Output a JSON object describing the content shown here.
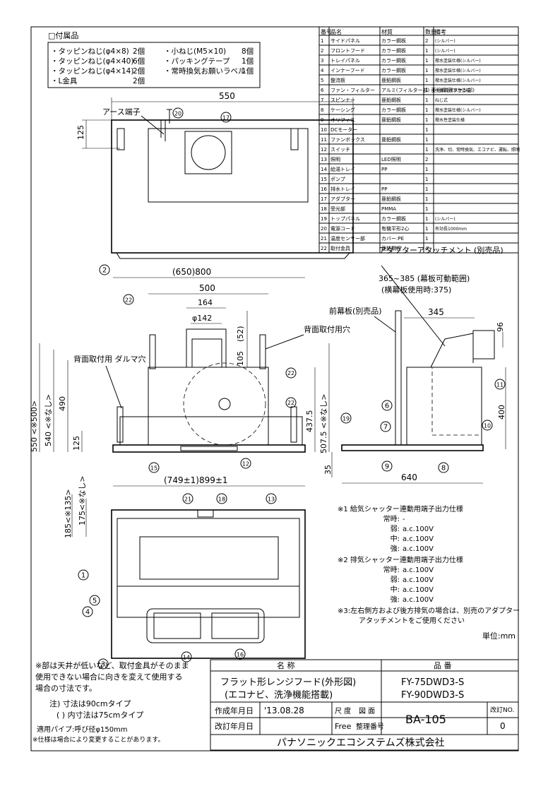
{
  "accessories": {
    "title": "□付属品",
    "left": [
      {
        "name": "・タッピンねじ(φ4×8)",
        "qty": "2個"
      },
      {
        "name": "・タッピンねじ(φ4×40)",
        "qty": "6個"
      },
      {
        "name": "・タッピンねじ(φ4×14)",
        "qty": "2個"
      },
      {
        "name": "・L金具",
        "qty": "2個"
      }
    ],
    "right": [
      {
        "name": "・小ねじ(M5×10)",
        "qty": "8個"
      },
      {
        "name": "・パッキングテープ",
        "qty": "1個"
      },
      {
        "name": "・常時換気お願いラベル",
        "qty": "1個"
      }
    ]
  },
  "parts_table": {
    "headers": [
      "番号",
      "品名",
      "材質",
      "数量",
      "備考"
    ],
    "rows": [
      [
        "1",
        "サイドパネル",
        "カラー鋼板",
        "2",
        "(シルバー)"
      ],
      [
        "2",
        "フロントフード",
        "カラー鋼板",
        "1",
        "(シルバー)"
      ],
      [
        "3",
        "トレイパネル",
        "カラー鋼板",
        "1",
        "撥水塗装仕様(シルバー)"
      ],
      [
        "4",
        "インナーフード",
        "カラー鋼板",
        "1",
        "撥水塗装仕様(シルバー)"
      ],
      [
        "5",
        "整流板",
        "亜鉛鋼板",
        "1",
        "撥水塗装仕様(シルバー)"
      ],
      [
        "6",
        "ファン・フィルター",
        "アルミ(フィルター部) 亜鉛鋼板(ファン部)",
        "1",
        "一体式 撥水性塗装"
      ],
      [
        "7",
        "スピンナー",
        "亜鉛鋼板",
        "1",
        "ねじ式"
      ],
      [
        "8",
        "ケーシング",
        "カラー鋼板",
        "1",
        "撥水塗装仕様(シルバー)"
      ],
      [
        "9",
        "オリフィス",
        "亜鉛鋼板",
        "1",
        "撥水性塗装仕様"
      ],
      [
        "10",
        "DCモーター",
        "",
        "1",
        ""
      ],
      [
        "11",
        "ファンボックス",
        "亜鉛鋼板",
        "1",
        ""
      ],
      [
        "12",
        "スイッチ",
        "",
        "1",
        "洗浄、切、常時換気、エコナビ、運転、照明"
      ],
      [
        "13",
        "照明",
        "LED照明",
        "2",
        ""
      ],
      [
        "14",
        "給湯トレイ",
        "PP",
        "1",
        ""
      ],
      [
        "15",
        "ポンプ",
        "",
        "1",
        ""
      ],
      [
        "16",
        "排水トレイ",
        "PP",
        "1",
        ""
      ],
      [
        "17",
        "アダプター",
        "亜鉛鋼板",
        "1",
        ""
      ],
      [
        "18",
        "受光部",
        "PMMA",
        "1",
        ""
      ],
      [
        "19",
        "トップパネル",
        "カラー鋼板",
        "1",
        "(シルバー)"
      ],
      [
        "20",
        "電源コード",
        "有機平形2心",
        "1",
        "有効長1000mm"
      ],
      [
        "21",
        "温度センサー部",
        "カバー:PE",
        "1",
        ""
      ],
      [
        "22",
        "取付金具",
        "亜鉛鋼板",
        "4",
        ""
      ]
    ]
  },
  "top_view": {
    "width_dim": "550",
    "depth_dim": "125",
    "earth_label": "アース端子"
  },
  "front_view": {
    "overall_width": "(650)800",
    "inner_width": "500",
    "duct_width": "164",
    "duct_dia": "φ142",
    "dim_52": "(52)",
    "dim_105": "105",
    "height_a": "550 <※500>",
    "height_b": "540 <※なし>",
    "height_c": "490",
    "dim_125": "125",
    "dim_4375": "437.5",
    "dim_5075": "507.5 <※なし>",
    "bottom_width": "(749±1)899±1",
    "back_hole_label_left": "背面取付用 ダルマ穴",
    "back_hole_label_right": "背面取付用穴",
    "dim_185": "185<※135>",
    "dim_175": "175<※なし>"
  },
  "side_view": {
    "adapter_label": "アダプターアタッチメント (別売品)",
    "range_dim": "365~385 (幕板可動範囲)",
    "range_sub": "(横幕板使用時:375)",
    "front_panel_label": "前幕板(別売品)",
    "dim_345": "345",
    "dim_96": "96",
    "dim_400": "400",
    "dim_35": "35",
    "dim_640": "640"
  },
  "notes": {
    "n1_title": "※1 給気シャッター連動用端子出力仕様",
    "n1_lines": [
      {
        "label": "常時:",
        "value": "-"
      },
      {
        "label": "弱:",
        "value": "a.c.100V"
      },
      {
        "label": "中:",
        "value": "a.c.100V"
      },
      {
        "label": "強:",
        "value": "a.c.100V"
      }
    ],
    "n2_title": "※2 排気シャッター連動用端子出力仕様",
    "n2_lines": [
      {
        "label": "常時:",
        "value": "a.c.100V"
      },
      {
        "label": "弱:",
        "value": "a.c.100V"
      },
      {
        "label": "中:",
        "value": "a.c.100V"
      },
      {
        "label": "強:",
        "value": "a.c.100V"
      }
    ],
    "n3_line1": "※3:左右側方および後方排気の場合は、別売のアダプター",
    "n3_line2": "アタッチメントをご使用ください",
    "unit": "単位:mm"
  },
  "footnotes": [
    "※部は天井が低いなど、取付金具がそのまま",
    "使用できない場合に向きを変えて使用する",
    "場合の寸法です。",
    "注) 寸法は90cmタイプ",
    "( ) 内寸法は75cmタイプ",
    "適用パイプ:呼び径φ150mm",
    "※仕様は場合により変更することがあります。"
  ],
  "title_block": {
    "name_header": "名 称",
    "number_header": "品 番",
    "name_line1": "フラット形レンジフード(外形図)",
    "name_line2": "(エコナビ、洗浄機能搭載)",
    "model_line1": "FY-75DWD3-S",
    "model_line2": "FY-90DWD3-S",
    "created_label": "作成年月日",
    "created_value": "'13.08.28",
    "scale_label": "尺 度",
    "scale_value": "Free",
    "drawing_label": "図 面",
    "drawing_no_label": "整理番号",
    "revised_label": "改訂年月日",
    "doc_no": "BA-105",
    "rev_label": "改訂NO.",
    "rev_value": "0",
    "company": "パナソニックエコシステムズ株式会社"
  },
  "callouts": [
    "1",
    "2",
    "3",
    "4",
    "5",
    "6",
    "7",
    "8",
    "9",
    "10",
    "11",
    "12",
    "13",
    "14",
    "15",
    "16",
    "17",
    "18",
    "19",
    "20",
    "21",
    "22"
  ]
}
